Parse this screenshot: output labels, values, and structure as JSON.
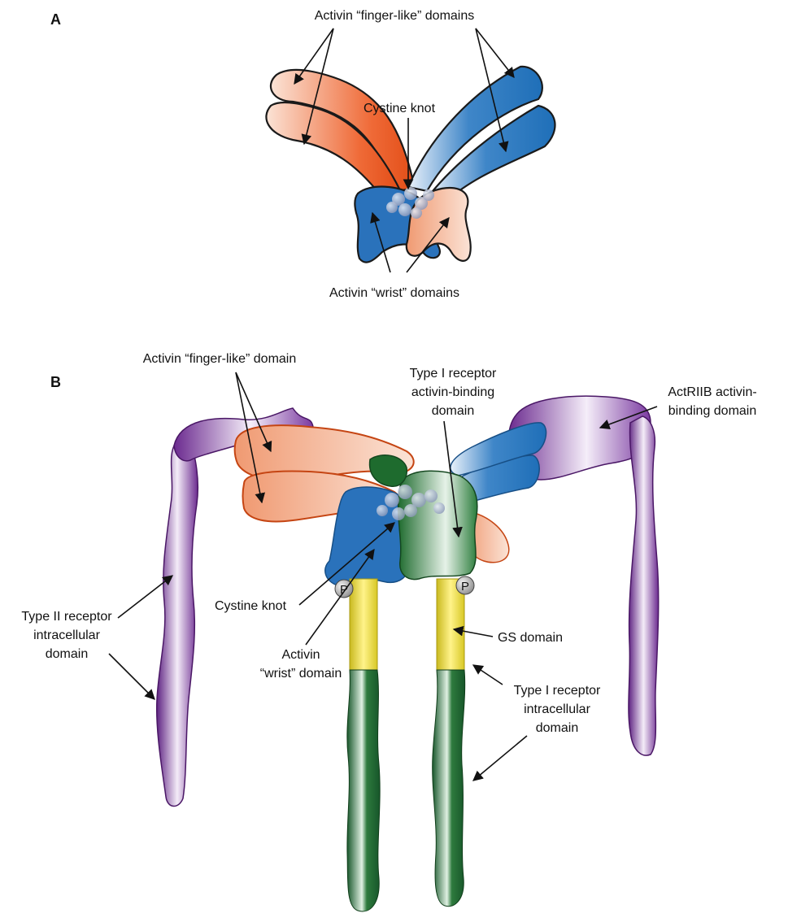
{
  "panel_a": {
    "letter": "A",
    "finger_label": "Activin “finger-like” domains",
    "knot_label": "Cystine knot",
    "wrist_label": "Activin “wrist” domains"
  },
  "panel_b": {
    "letter": "B",
    "finger_label": "Activin “finger-like” domain",
    "type1_binding": [
      "Type I receptor",
      "activin-binding",
      "domain"
    ],
    "actriib": [
      "ActRIIB activin-",
      "binding domain"
    ],
    "type2_intra": [
      "Type II receptor",
      "intracellular",
      "domain"
    ],
    "knot_label": "Cystine knot",
    "wrist": [
      "Activin",
      "“wrist” domain"
    ],
    "gs_label": "GS domain",
    "type1_intra": [
      "Type I receptor",
      "intracellular",
      "domain"
    ],
    "phospho": "P"
  },
  "colors": {
    "orange": "#e8501e",
    "blue": "#1f6fb8",
    "purple": "#6b2a8f",
    "green": "#1e6b2e",
    "yellow": "#e6d936"
  }
}
